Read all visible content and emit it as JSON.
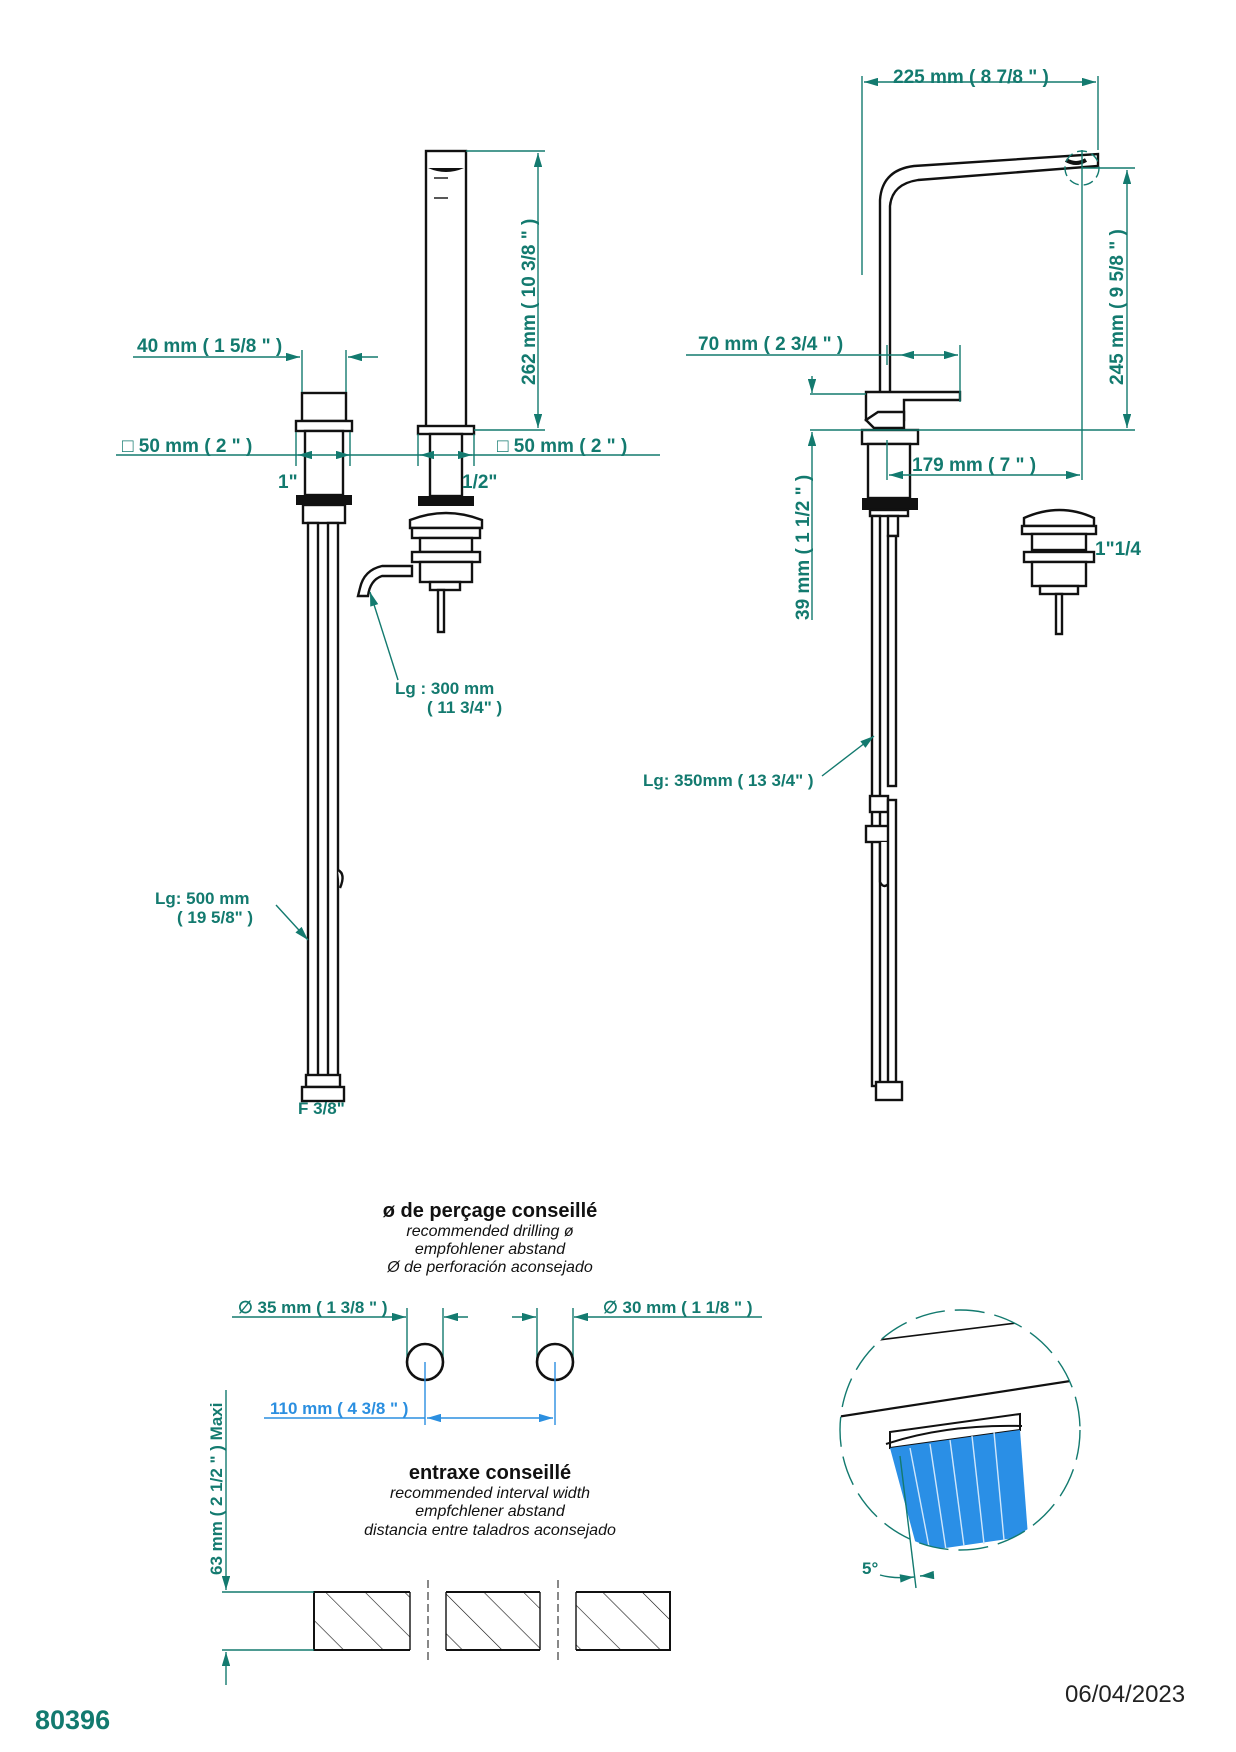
{
  "drawing": {
    "product_code": "80396",
    "date": "06/04/2023",
    "left_view": {
      "handle_width": "40 mm ( 1 5/8 \" )",
      "handle_base": "□ 50 mm ( 2 \" )",
      "handle_thread": "1\"",
      "spout_thread": "1/2\"",
      "spout_base": "□ 50 mm ( 2 \" )",
      "spout_height": "262 mm ( 10 3/8 \" )",
      "drain_hose_length": "Lg : 300 mm",
      "drain_hose_length_in": "( 11 3/4\" )",
      "hose_length": "Lg: 500 mm",
      "hose_length_in": "( 19 5/8\" )",
      "hose_connector": "F 3/8\""
    },
    "right_view": {
      "spout_reach": "225 mm ( 8 7/8 \" )",
      "lever_length": "70 mm ( 2 3/4 \" )",
      "spout_height": "245 mm ( 9 5/8 \" )",
      "outlet_offset": "179 mm ( 7 \" )",
      "body_height": "39 mm ( 1 1/2 \" )",
      "drain_thread": "1\"1/4",
      "hose_length": "Lg: 350mm ( 13 3/4\" )"
    },
    "drilling": {
      "title": "ø de perçage conseillé",
      "lines": [
        "recommended drilling ø",
        "empfohlener abstand",
        "Ø de perforación aconsejado"
      ],
      "hole_left": "∅ 35 mm ( 1 3/8 \" )",
      "hole_right": "∅ 30 mm ( 1 1/8 \" )",
      "spacing": "110 mm ( 4 3/8 \" )",
      "spacing_title": "entraxe conseillé",
      "spacing_lines": [
        "recommended interval width",
        "empfchlener abstand",
        "distancia entre taladros aconsejado"
      ],
      "max_thickness": "63 mm ( 2 1/2 \" )  Maxi",
      "angle": "5°"
    },
    "colors": {
      "dimension": "#137a6f",
      "spacing": "#2b8fe0",
      "water": "#2a8fe6"
    }
  }
}
